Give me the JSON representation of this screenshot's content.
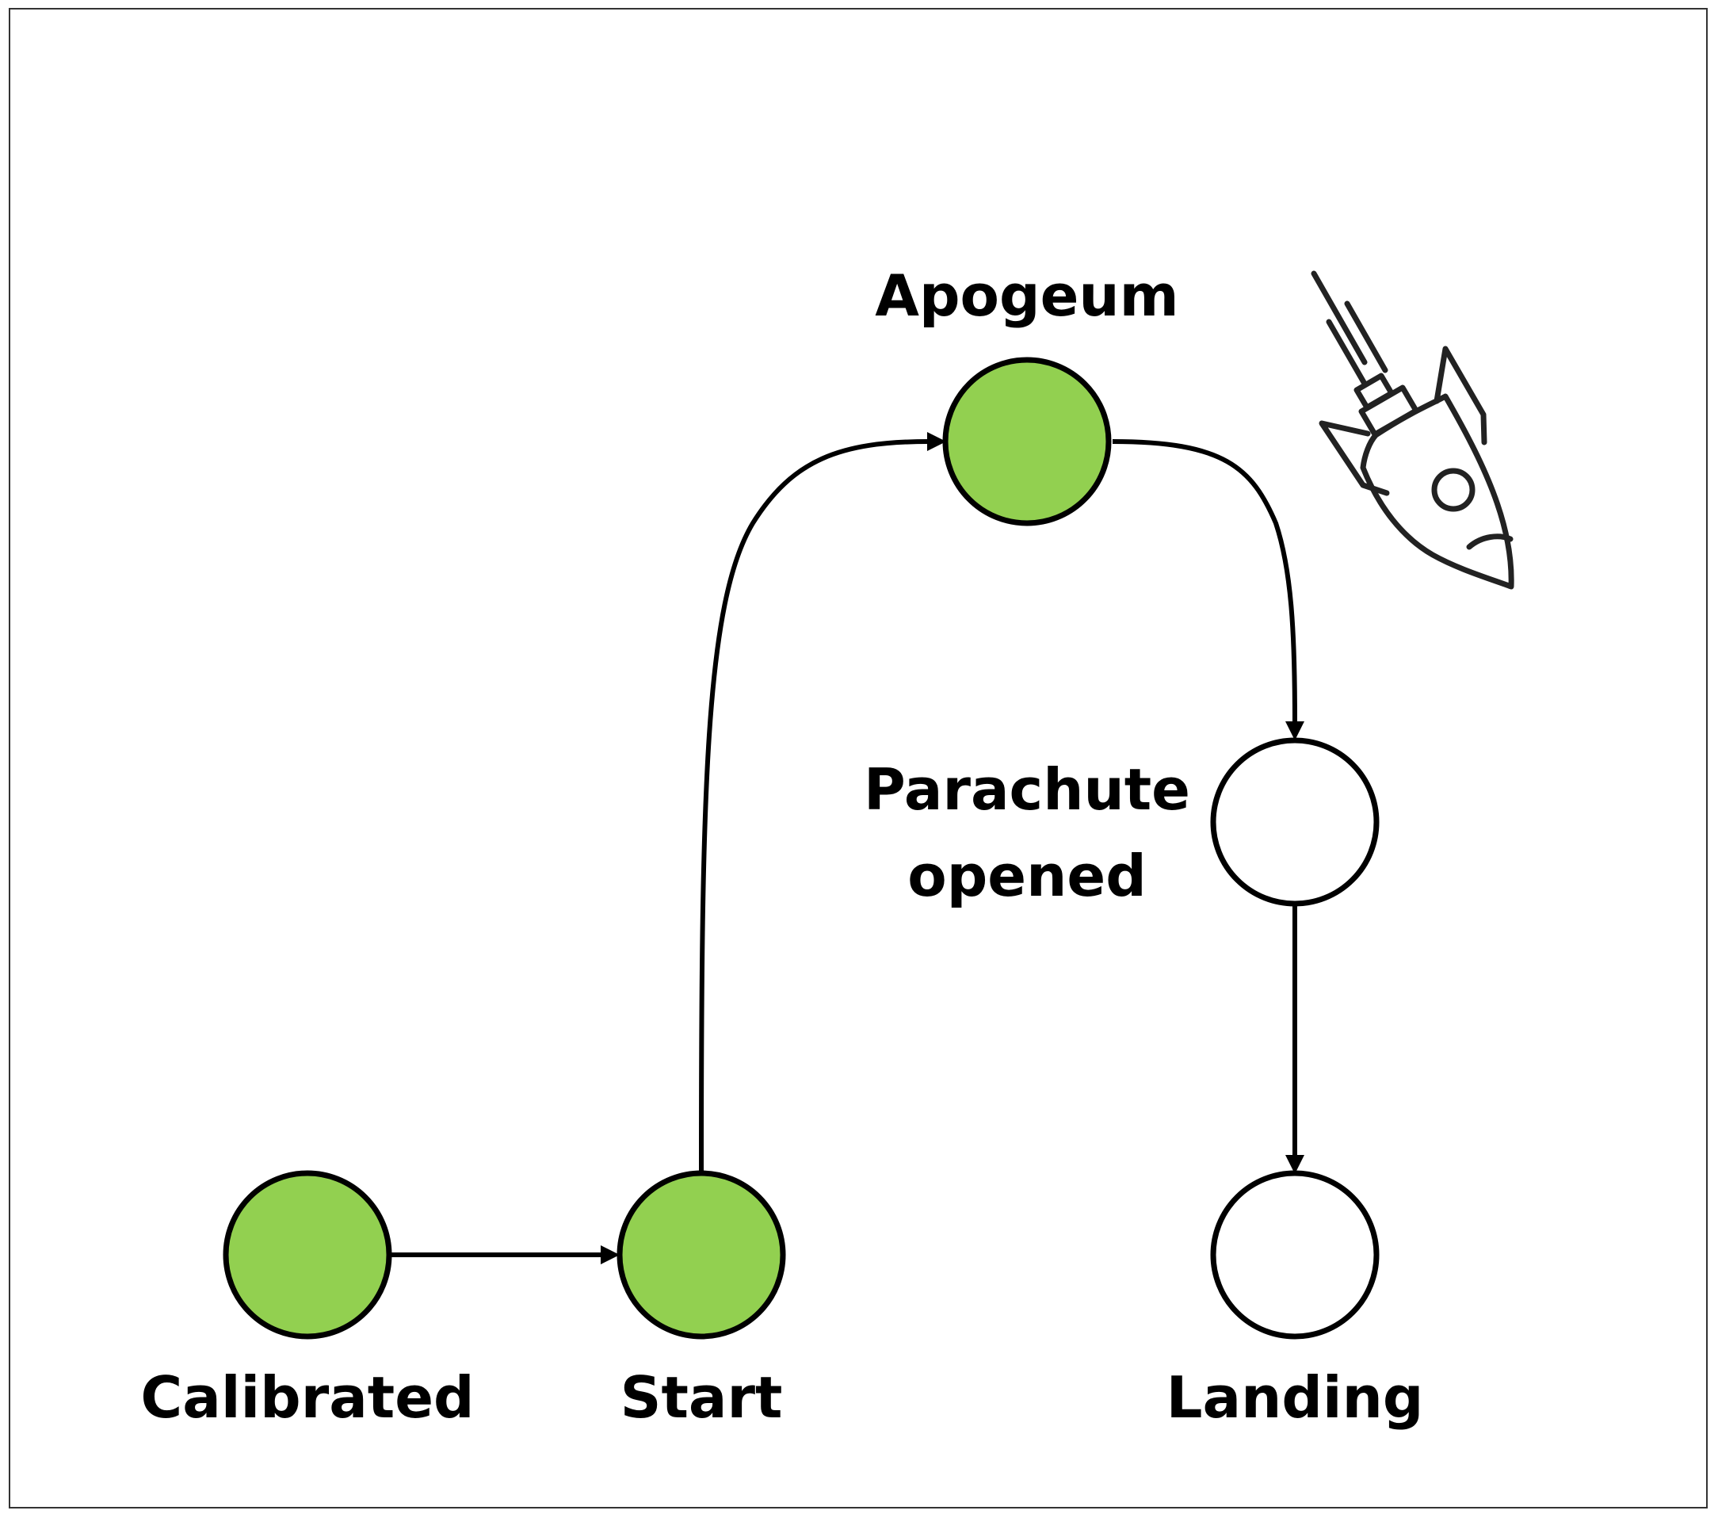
{
  "diagram": {
    "nodes": {
      "calibrated": {
        "label": "Calibrated",
        "state": "completed"
      },
      "start": {
        "label": "Start",
        "state": "completed"
      },
      "apogeum": {
        "label": "Apogeum",
        "state": "completed"
      },
      "parachute": {
        "label_line1": "Parachute",
        "label_line2": "opened",
        "state": "pending"
      },
      "landing": {
        "label": "Landing",
        "state": "pending"
      }
    },
    "edges": [
      {
        "from": "Calibrated",
        "to": "Start"
      },
      {
        "from": "Start",
        "to": "Apogeum"
      },
      {
        "from": "Apogeum",
        "to": "Parachute opened"
      },
      {
        "from": "Parachute opened",
        "to": "Landing"
      }
    ],
    "colors": {
      "completed_fill": "#92d050",
      "pending_fill": "#ffffff",
      "stroke": "#000000",
      "icon_stroke": "#222222"
    },
    "icon": "rocket-icon"
  }
}
